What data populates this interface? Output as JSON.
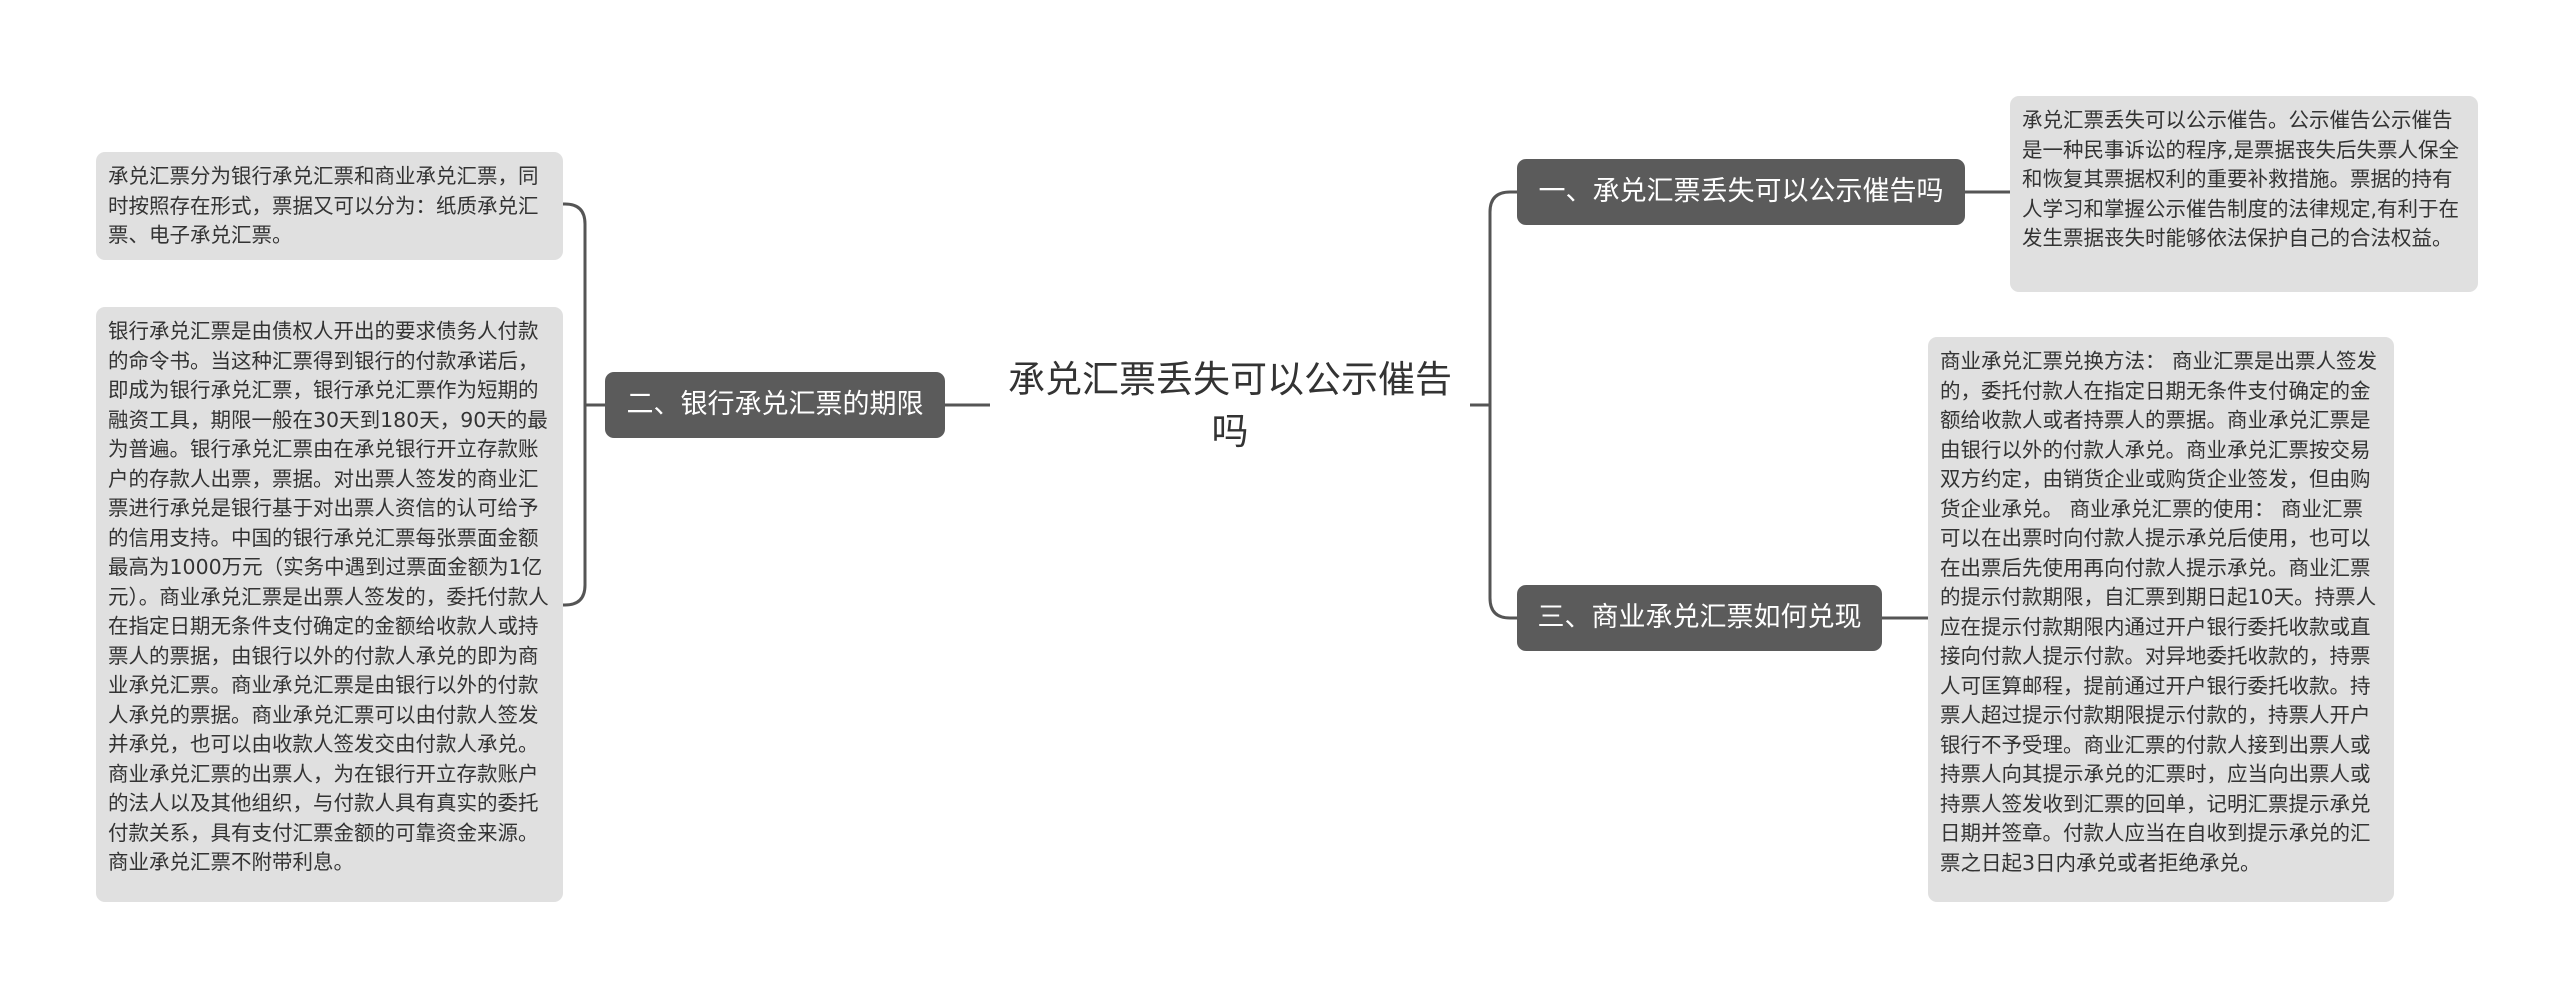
{
  "root": {
    "title": "承兑汇票丢失可以公示催告吗"
  },
  "branches": [
    {
      "label": "一、承兑汇票丢失可以公示催告吗",
      "details": [
        "承兑汇票丢失可以公示催告。公示催告公示催告是一种民事诉讼的程序,是票据丧失后失票人保全和恢复其票据权利的重要补救措施。票据的持有人学习和掌握公示催告制度的法律规定,有利于在发生票据丧失时能够依法保护自己的合法权益。"
      ]
    },
    {
      "label": "二、银行承兑汇票的期限",
      "details": [
        "承兑汇票分为银行承兑汇票和商业承兑汇票，同时按照存在形式，票据又可以分为：纸质承兑汇票、电子承兑汇票。",
        "银行承兑汇票是由债权人开出的要求债务人付款的命令书。当这种汇票得到银行的付款承诺后，即成为银行承兑汇票，银行承兑汇票作为短期的融资工具，期限一般在30天到180天，90天的最为普遍。银行承兑汇票由在承兑银行开立存款账户的存款人出票，票据。对出票人签发的商业汇票进行承兑是银行基于对出票人资信的认可给予的信用支持。中国的银行承兑汇票每张票面金额最高为1000万元（实务中遇到过票面金额为1亿元）。商业承兑汇票是出票人签发的，委托付款人在指定日期无条件支付确定的金额给收款人或持票人的票据，由银行以外的付款人承兑的即为商业承兑汇票。商业承兑汇票是由银行以外的付款人承兑的票据。商业承兑汇票可以由付款人签发并承兑，也可以由收款人签发交由付款人承兑。商业承兑汇票的出票人，为在银行开立存款账户的法人以及其他组织，与付款人具有真实的委托付款关系，具有支付汇票金额的可靠资金来源。商业承兑汇票不附带利息。"
      ]
    },
    {
      "label": "三、商业承兑汇票如何兑现",
      "details": [
        "商业承兑汇票兑换方法： 商业汇票是出票人签发的，委托付款人在指定日期无条件支付确定的金额给收款人或者持票人的票据。商业承兑汇票是由银行以外的付款人承兑。商业承兑汇票按交易双方约定，由销货企业或购货企业签发，但由购货企业承兑。 商业承兑汇票的使用： 商业汇票可以在出票时向付款人提示承兑后使用，也可以在出票后先使用再向付款人提示承兑。商业汇票的提示付款期限，自汇票到期日起10天。持票人应在提示付款期限内通过开户银行委托收款或直接向付款人提示付款。对异地委托收款的，持票人可匡算邮程，提前通过开户银行委托收款。持票人超过提示付款期限提示付款的，持票人开户银行不予受理。商业汇票的付款人接到出票人或持票人向其提示承兑的汇票时，应当向出票人或持票人签发收到汇票的回单，记明汇票提示承兑日期并签章。付款人应当在自收到提示承兑的汇票之日起3日内承兑或者拒绝承兑。"
      ]
    }
  ]
}
